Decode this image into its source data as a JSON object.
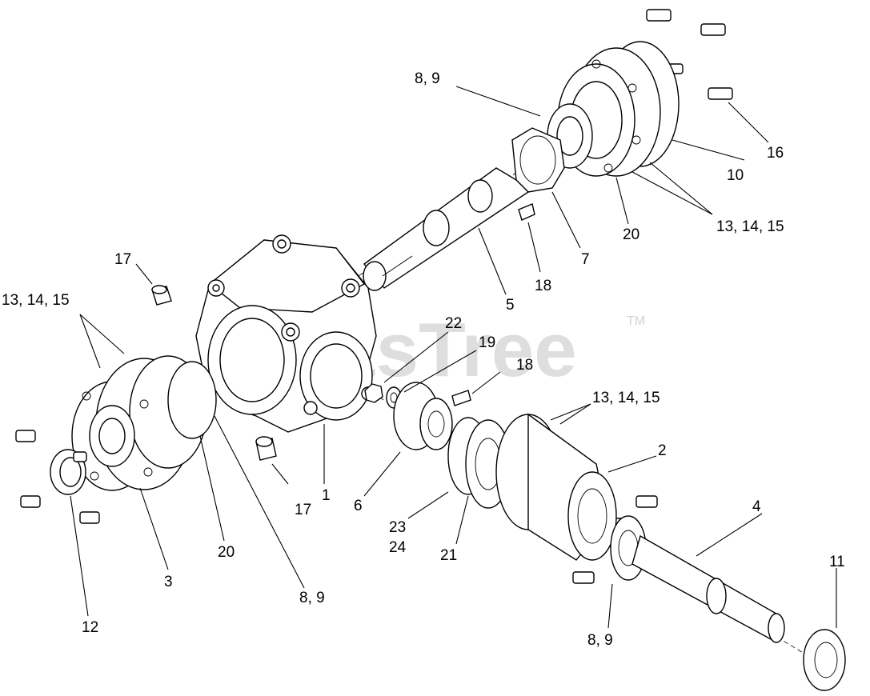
{
  "watermark": {
    "text": "PartsTree",
    "tm": "TM"
  },
  "callouts": {
    "c1": "1",
    "c2": "2",
    "c3": "3",
    "c4": "4",
    "c5": "5",
    "c6": "6",
    "c7": "7",
    "c8_9_top": "8, 9",
    "c8_9_mid": "8, 9",
    "c8_9_bottom": "8, 9",
    "c10": "10",
    "c11": "11",
    "c12": "12",
    "c13_15_left": "13, 14, 15",
    "c13_15_upper_right": "13, 14, 15",
    "c13_15_center": "13, 14, 15",
    "c16": "16",
    "c17_top": "17",
    "c17_bottom": "17",
    "c18_top": "18",
    "c18_mid": "18",
    "c19": "19",
    "c20_left": "20",
    "c20_right": "20",
    "c21": "21",
    "c22": "22",
    "c23": "23",
    "c24": "24"
  }
}
